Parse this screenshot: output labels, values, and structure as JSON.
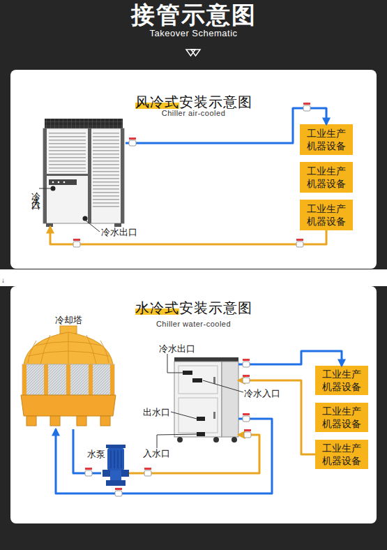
{
  "diagram": {
    "title": "接管示意图",
    "nodes": [
      {
        "text": [
          "风冷式安装示意图",
          "Chiller air-cooled"
        ]
      },
      {
        "text": [
          "冷水入口",
          "冷水出口"
        ],
        "in": 0
      },
      {
        "text": [
          "工业生产 机器设备"
        ],
        "in": 0
      },
      {
        "text": [
          "工业生产 机器设备"
        ],
        "in": 0
      },
      {
        "text": [
          "工业生产 机器设备"
        ],
        "in": 0
      },
      {
        "text": [
          "水冷式安装示意图",
          "Chiller water-cooled"
        ]
      },
      {
        "text": [
          "冷却塔"
        ],
        "in": 5
      },
      {
        "text": [
          "冷水出口",
          "冷水入口",
          "出水口",
          "入水口"
        ],
        "in": 5
      },
      {
        "text": [
          "工业生产 机器设备"
        ],
        "in": 5
      },
      {
        "text": [
          "工业生产 机器设备"
        ],
        "in": 5
      },
      {
        "text": [
          "工业生产 机器设备"
        ],
        "in": 5
      },
      {
        "text": [
          "水泵"
        ],
        "in": 5
      }
    ],
    "edges": [
      {
        "from": 1,
        "to": 2,
        "arrow": "to"
      },
      {
        "from": 4,
        "to": 1,
        "arrow": "to"
      },
      {
        "from": 7,
        "to": 8,
        "arrow": "to"
      },
      {
        "from": 10,
        "to": 7,
        "arrow": "to"
      },
      {
        "from": 6,
        "to": 11,
        "arrow": "none"
      },
      {
        "from": 11,
        "to": 7,
        "arrow": "to"
      },
      {
        "from": 7,
        "to": 6,
        "arrow": "to"
      }
    ],
    "labels": [
      "Takeover Schematic",
      "↓"
    ]
  }
}
